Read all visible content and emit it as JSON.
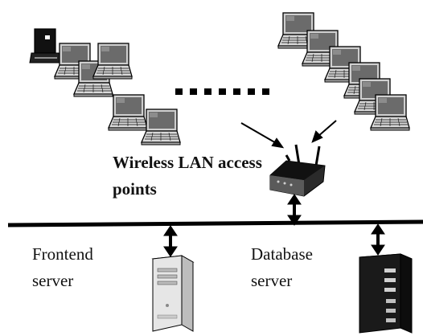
{
  "diagram": {
    "access_point_label": [
      "Wireless LAN access",
      "points"
    ],
    "frontend_label": [
      "Frontend",
      "server"
    ],
    "database_label": [
      "Database",
      "server"
    ],
    "icons": {
      "laptop": "laptop-icon",
      "access_point": "wireless-access-point-icon",
      "server": "tower-server-icon",
      "ellipsis": "ellipsis-dots"
    },
    "colors": {
      "line": "#000000",
      "screen": "#6b6b6b",
      "body": "#d9d9d9",
      "server_light": "#e6e6e6",
      "server_dark": "#1a1a1a"
    }
  }
}
